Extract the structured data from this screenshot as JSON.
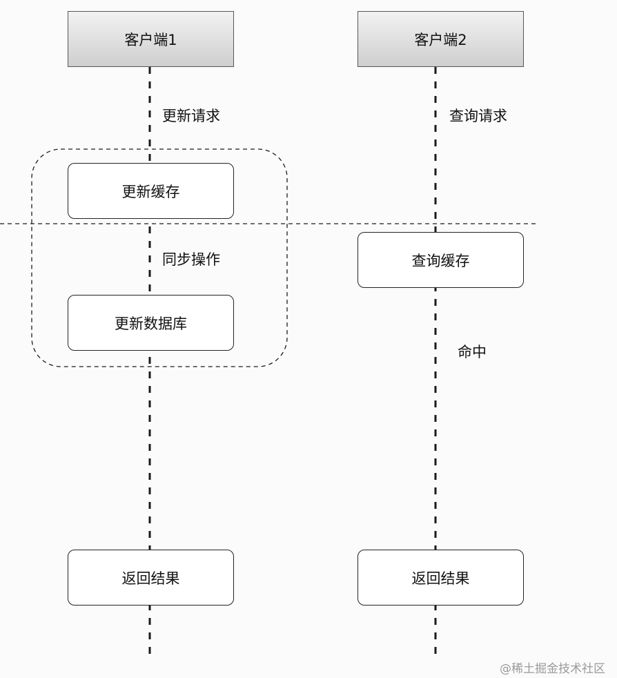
{
  "diagram": {
    "client1": {
      "header": "客户端1"
    },
    "client2": {
      "header": "客户端2"
    },
    "update_request": "更新请求",
    "query_request": "查询请求",
    "update_cache": "更新缓存",
    "sync_operation": "同步操作",
    "update_database": "更新数据库",
    "query_cache": "查询缓存",
    "hit": "命中",
    "return_result_1": "返回结果",
    "return_result_2": "返回结果"
  },
  "watermark": "@稀土掘金技术社区",
  "colors": {
    "line": "#1a1a1a",
    "header_top": "#f2f2f2",
    "header_bottom": "#cfcfcf",
    "watermark": "#9a9a9a"
  }
}
